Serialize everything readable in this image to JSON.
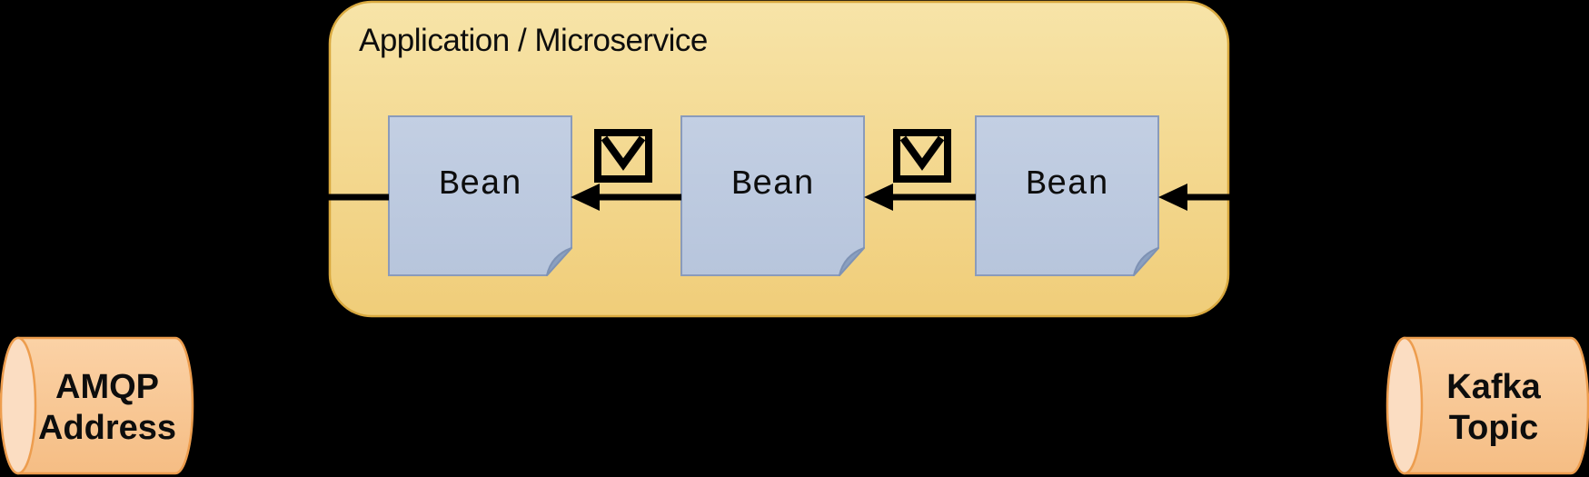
{
  "diagram": {
    "background_color": "#000000",
    "container": {
      "title": "Application / Microservice",
      "fill_top": "#F7E4A8",
      "fill_bottom": "#F0CD79",
      "border_color": "#D9A93F"
    },
    "beans": [
      "Bean",
      "Bean",
      "Bean"
    ],
    "bean_style": {
      "fill_top": "#C3CFE3",
      "fill_bottom": "#B7C5DC",
      "border_color": "#8A9BBB",
      "fold_color": "#8BA0C0"
    },
    "icons": {
      "envelope_1": "message-envelope-icon",
      "envelope_2": "message-envelope-icon",
      "icon_color": "#000000"
    },
    "arrows": {
      "color": "#000000",
      "direction": "right-to-left",
      "count": 4
    },
    "endpoints": {
      "amqp": {
        "lines": [
          "AMQP",
          "Address"
        ]
      },
      "kafka": {
        "lines": [
          "Kafka",
          "Topic"
        ]
      },
      "fill": "#F8C795",
      "cap_fill": "#FBDDC2",
      "border_color": "#ED9D4E"
    },
    "text_color": "#0d0d0d"
  }
}
